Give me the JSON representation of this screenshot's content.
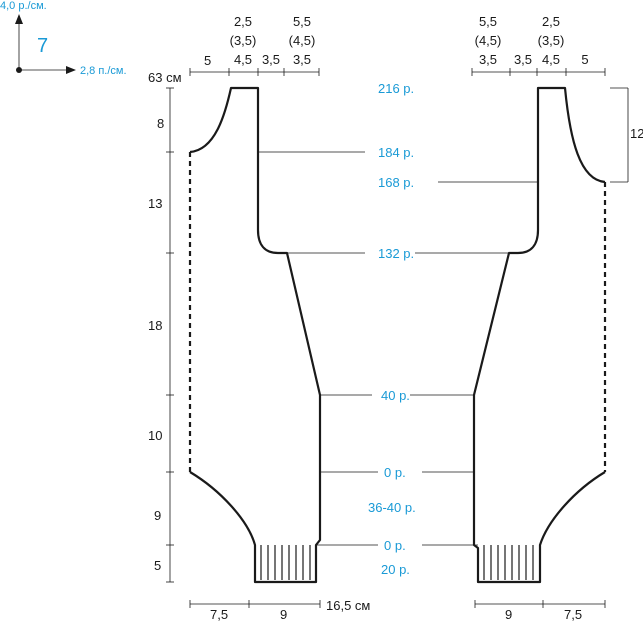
{
  "gauge": {
    "vertical_label": "4,0 р./см.",
    "horizontal_label": "2,8 п./см.",
    "pattern_number": "7"
  },
  "left_piece": {
    "top_width_col1": "5",
    "top_width_col2_lines": [
      "2,5",
      "(3,5)",
      "4,5"
    ],
    "top_width_col3": "3,5",
    "top_width_col4_lines": [
      "5,5",
      "(4,5)",
      "3,5"
    ],
    "total_height": "63 см",
    "heights": [
      "8",
      "13",
      "18",
      "10",
      "9",
      "5"
    ],
    "bottom_widths": [
      "7,5",
      "9"
    ],
    "bottom_total": "16,5 см"
  },
  "right_piece": {
    "top_width_col1_lines": [
      "5,5",
      "(4,5)",
      "3,5"
    ],
    "top_width_col2": "3,5",
    "top_width_col3_lines": [
      "2,5",
      "(3,5)",
      "4,5"
    ],
    "top_width_col4": "5",
    "side_height": "12",
    "bottom_widths": [
      "9",
      "7,5"
    ]
  },
  "row_labels": [
    "216 р.",
    "184 р.",
    "168 р.",
    "132 р.",
    "40 р.",
    "0 р.",
    "36-40 р.",
    "0 р.",
    "20 р."
  ]
}
